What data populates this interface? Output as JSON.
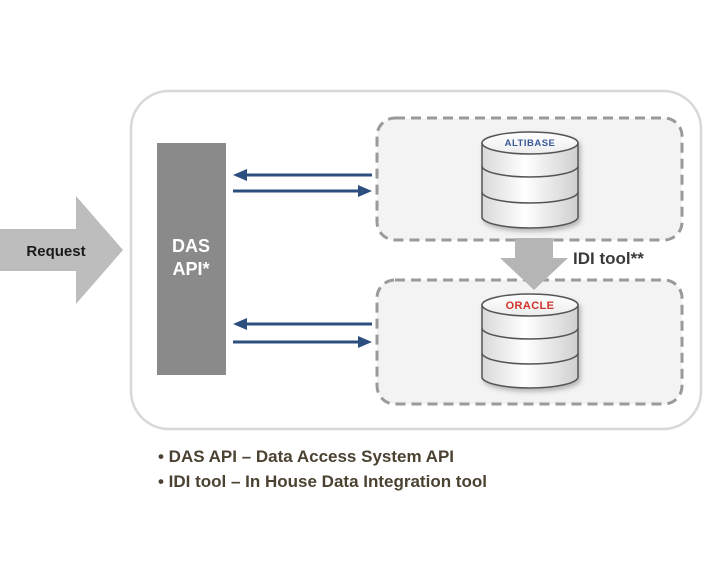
{
  "request_label": "Request",
  "das_api": {
    "line1": "DAS",
    "line2": "API*"
  },
  "databases": {
    "top": {
      "brand": "ALTIBASE",
      "brand_color": "#3a5a9a"
    },
    "bottom": {
      "brand": "ORACLE",
      "brand_color": "#d0342c"
    }
  },
  "idi_tool_label": "IDI tool**",
  "legend": [
    "• DAS API – Data Access System API",
    "• IDI tool – In House Data Integration tool"
  ],
  "colors": {
    "arrow_blue": "#2d4f80",
    "panel_border": "#d8d8d8",
    "das_fill": "#8a8a8a",
    "request_fill": "#bdbdbd",
    "dashed_border": "#9a9a9a",
    "legend_text": "#4b4232"
  }
}
